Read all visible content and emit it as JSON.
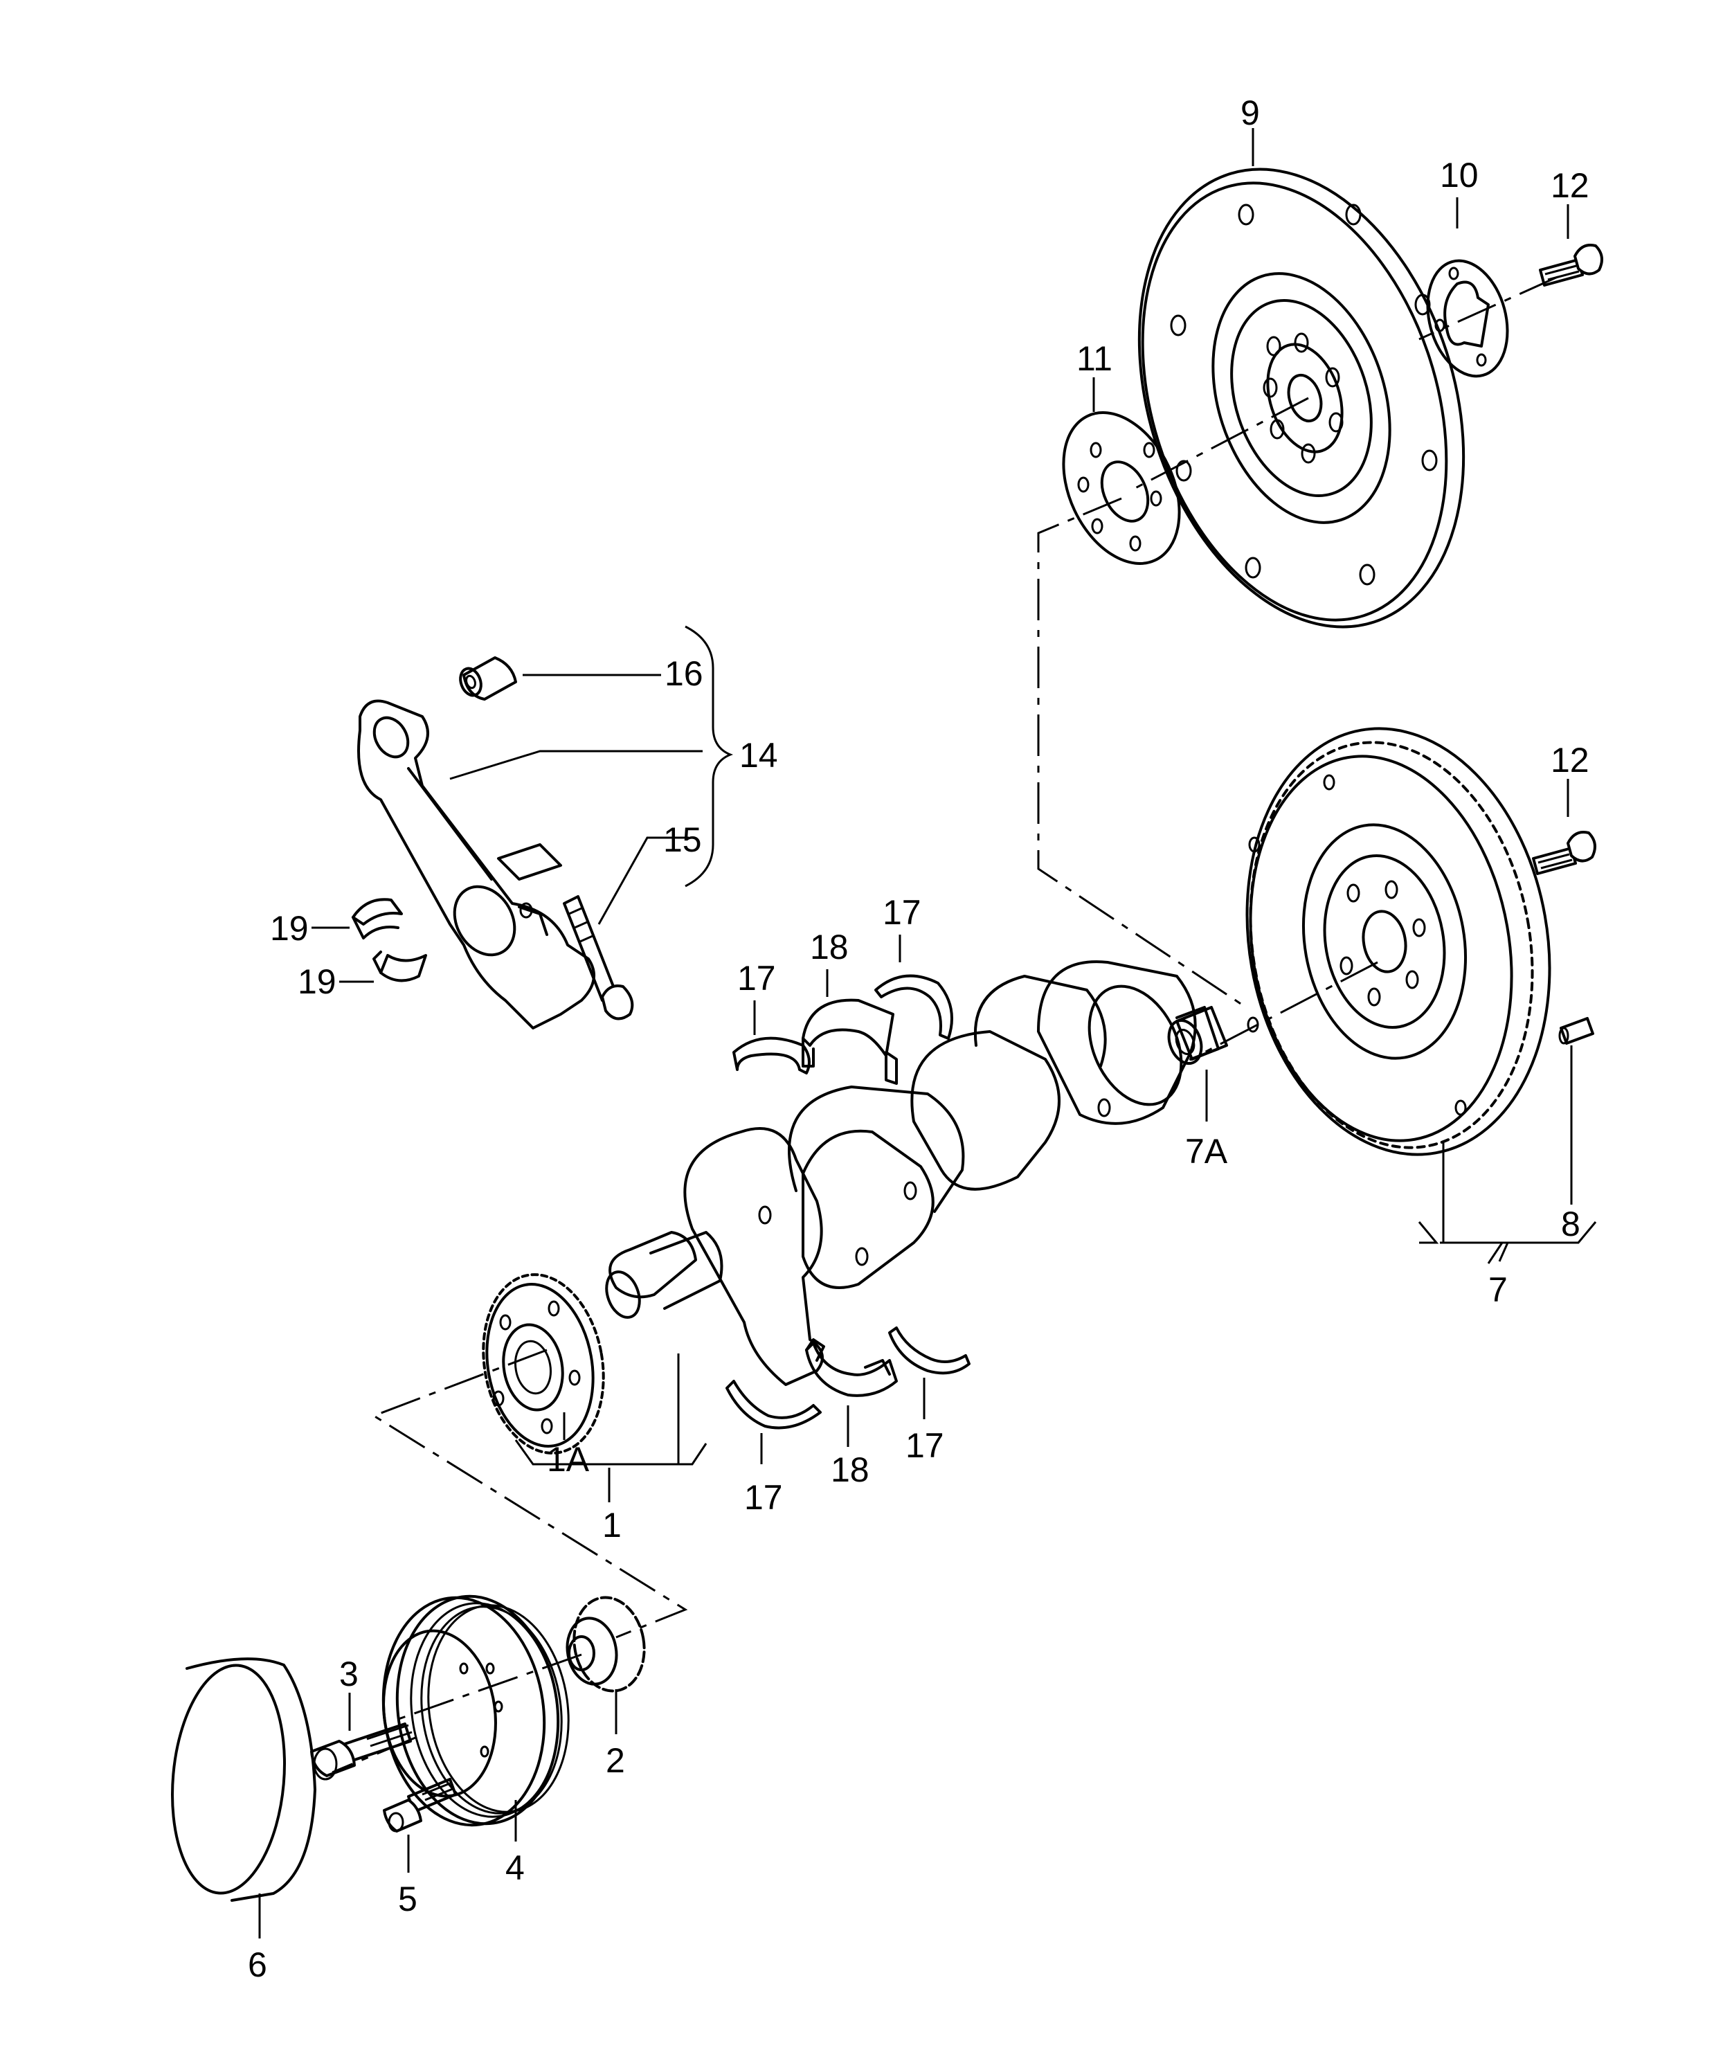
{
  "diagram": {
    "callouts": {
      "c1": "1",
      "c1A": "1A",
      "c2": "2",
      "c3": "3",
      "c4": "4",
      "c5": "5",
      "c6": "6",
      "c7": "7",
      "c7A": "7A",
      "c8": "8",
      "c9": "9",
      "c10": "10",
      "c11": "11",
      "c12a": "12",
      "c12b": "12",
      "c14": "14",
      "c15": "15",
      "c16": "16",
      "c17a": "17",
      "c17b": "17",
      "c17c": "17",
      "c17d": "17",
      "c18a": "18",
      "c18b": "18",
      "c19a": "19",
      "c19b": "19"
    }
  }
}
